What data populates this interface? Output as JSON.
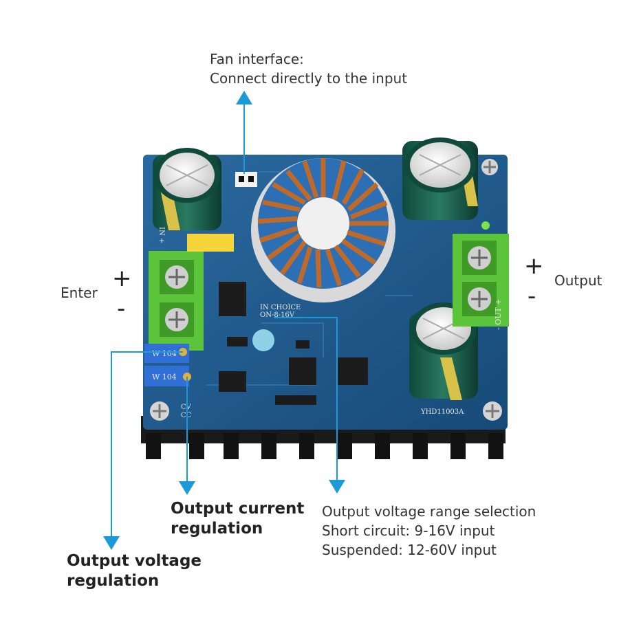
{
  "annotations": {
    "fan": [
      "Fan interface:",
      "Connect directly to the input"
    ],
    "enter": "Enter",
    "output": "Output",
    "plus": "+",
    "minus": "-",
    "current": [
      "Output current",
      "regulation"
    ],
    "voltage": [
      "Output voltage",
      "regulation"
    ],
    "range": [
      "Output voltage range selection",
      "Short circuit: 9-16V input",
      "Suspended: 12-60V input"
    ]
  },
  "board_markings": {
    "model": "YHD11003A",
    "choice": "IN CHOICE",
    "range": "ON-8-16V",
    "pot_code": "W 104",
    "cv": "CV",
    "cc": "CC",
    "in_label": "IN +",
    "out_label": "- OUT +"
  },
  "colors": {
    "arrow": "#1a9bd7",
    "pcb": "#1f5a8c",
    "terminal": "#5cc43a",
    "coil_core": "#2d6fb5",
    "copper": "#c06a2a"
  }
}
